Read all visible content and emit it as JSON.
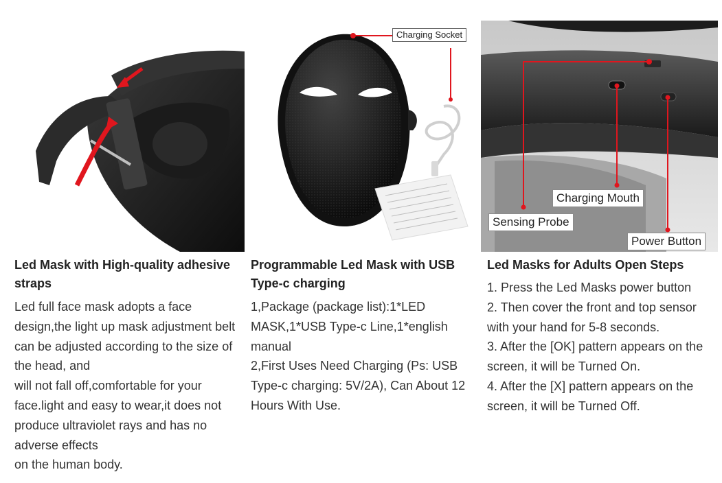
{
  "colors": {
    "heading": "#222222",
    "body": "#333333",
    "accent_red": "#e0161e"
  },
  "columns": [
    {
      "image": {
        "icon": "mask-strap-photo-icon"
      },
      "heading": "Led Mask with High-quality adhesive straps",
      "paragraphs": [
        "Led full face mask adopts a face design,the light up mask adjustment belt can be adjusted according to the size of the head, and",
        "will not fall off,comfortable for your face.light and easy to wear,it does not produce ultraviolet rays and has no adverse effects",
        "on the human body."
      ]
    },
    {
      "image": {
        "icon": "mask-front-photo-icon",
        "callouts": [
          "Charging Socket"
        ]
      },
      "heading": "Programmable Led Mask with USB Type-c charging",
      "paragraphs": [
        "1,Package (package list):1*LED MASK,1*USB Type-c Line,1*english manual",
        "2,First Uses Need Charging (Ps: USB Type-c charging: 5V/2A), Can About 12 Hours With Use."
      ]
    },
    {
      "image": {
        "icon": "mask-top-closeup-photo-icon",
        "callouts": [
          "Charging Mouth",
          "Sensing Probe",
          "Power Button"
        ]
      },
      "heading": "Led Masks for Adults Open Steps",
      "paragraphs": [
        "1. Press the Led Masks power button",
        "2. Then cover the front and top sensor with your hand for 5-8 seconds.",
        "3. After the [OK] pattern appears on the screen, it will be Turned On.",
        "4. After the [X] pattern appears on the screen, it will be Turned Off."
      ]
    }
  ]
}
